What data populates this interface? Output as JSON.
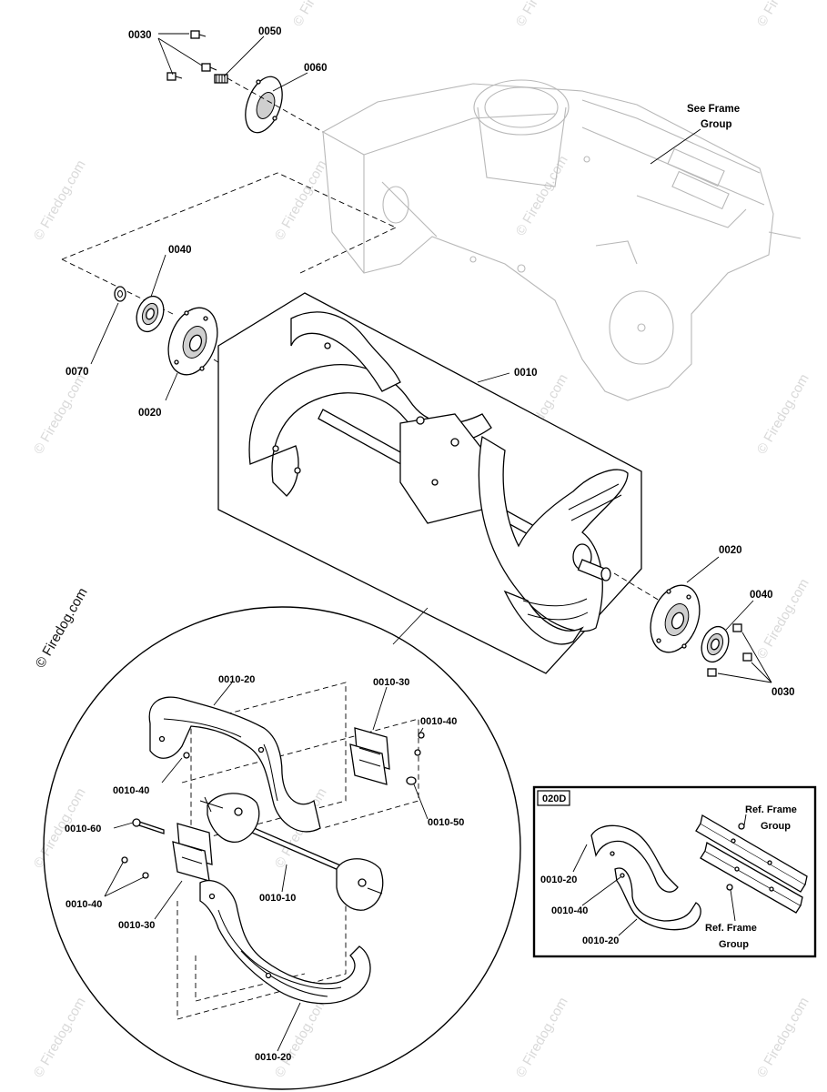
{
  "watermark": {
    "side_text": "© Firedog.com",
    "tile_text": "© Firedog.com"
  },
  "top_assembly": {
    "frame_ref": {
      "line1": "See Frame",
      "line2": "Group"
    },
    "callouts": {
      "c0030_top": "0030",
      "c0050": "0050",
      "c0060": "0060",
      "c0040_left": "0040",
      "c0070": "0070",
      "c0020_left": "0020",
      "c0010": "0010",
      "c0020_right": "0020",
      "c0040_right": "0040",
      "c0030_right": "0030"
    }
  },
  "detail_circle": {
    "callouts": {
      "a0010_20_top": "0010-20",
      "a0010_30_top": "0010-30",
      "a0010_40_top": "0010-40",
      "a0010_40_left": "0010-40",
      "a0010_50": "0010-50",
      "a0010_60": "0010-60",
      "a0010_10": "0010-10",
      "a0010_40_bottom": "0010-40",
      "a0010_30_bottom": "0010-30",
      "a0010_20_bottom": "0010-20"
    }
  },
  "inset_box": {
    "tag": "020D",
    "ref_top": {
      "line1": "Ref. Frame",
      "line2": "Group"
    },
    "ref_bottom": {
      "line1": "Ref. Frame",
      "line2": "Group"
    },
    "callouts": {
      "b0010_20_top": "0010-20",
      "b0010_40": "0010-40",
      "b0010_20_bottom": "0010-20"
    }
  },
  "colors": {
    "ink": "#000000",
    "ghost_frame": "#b8b8b8",
    "watermark": "#d9d9d9"
  }
}
